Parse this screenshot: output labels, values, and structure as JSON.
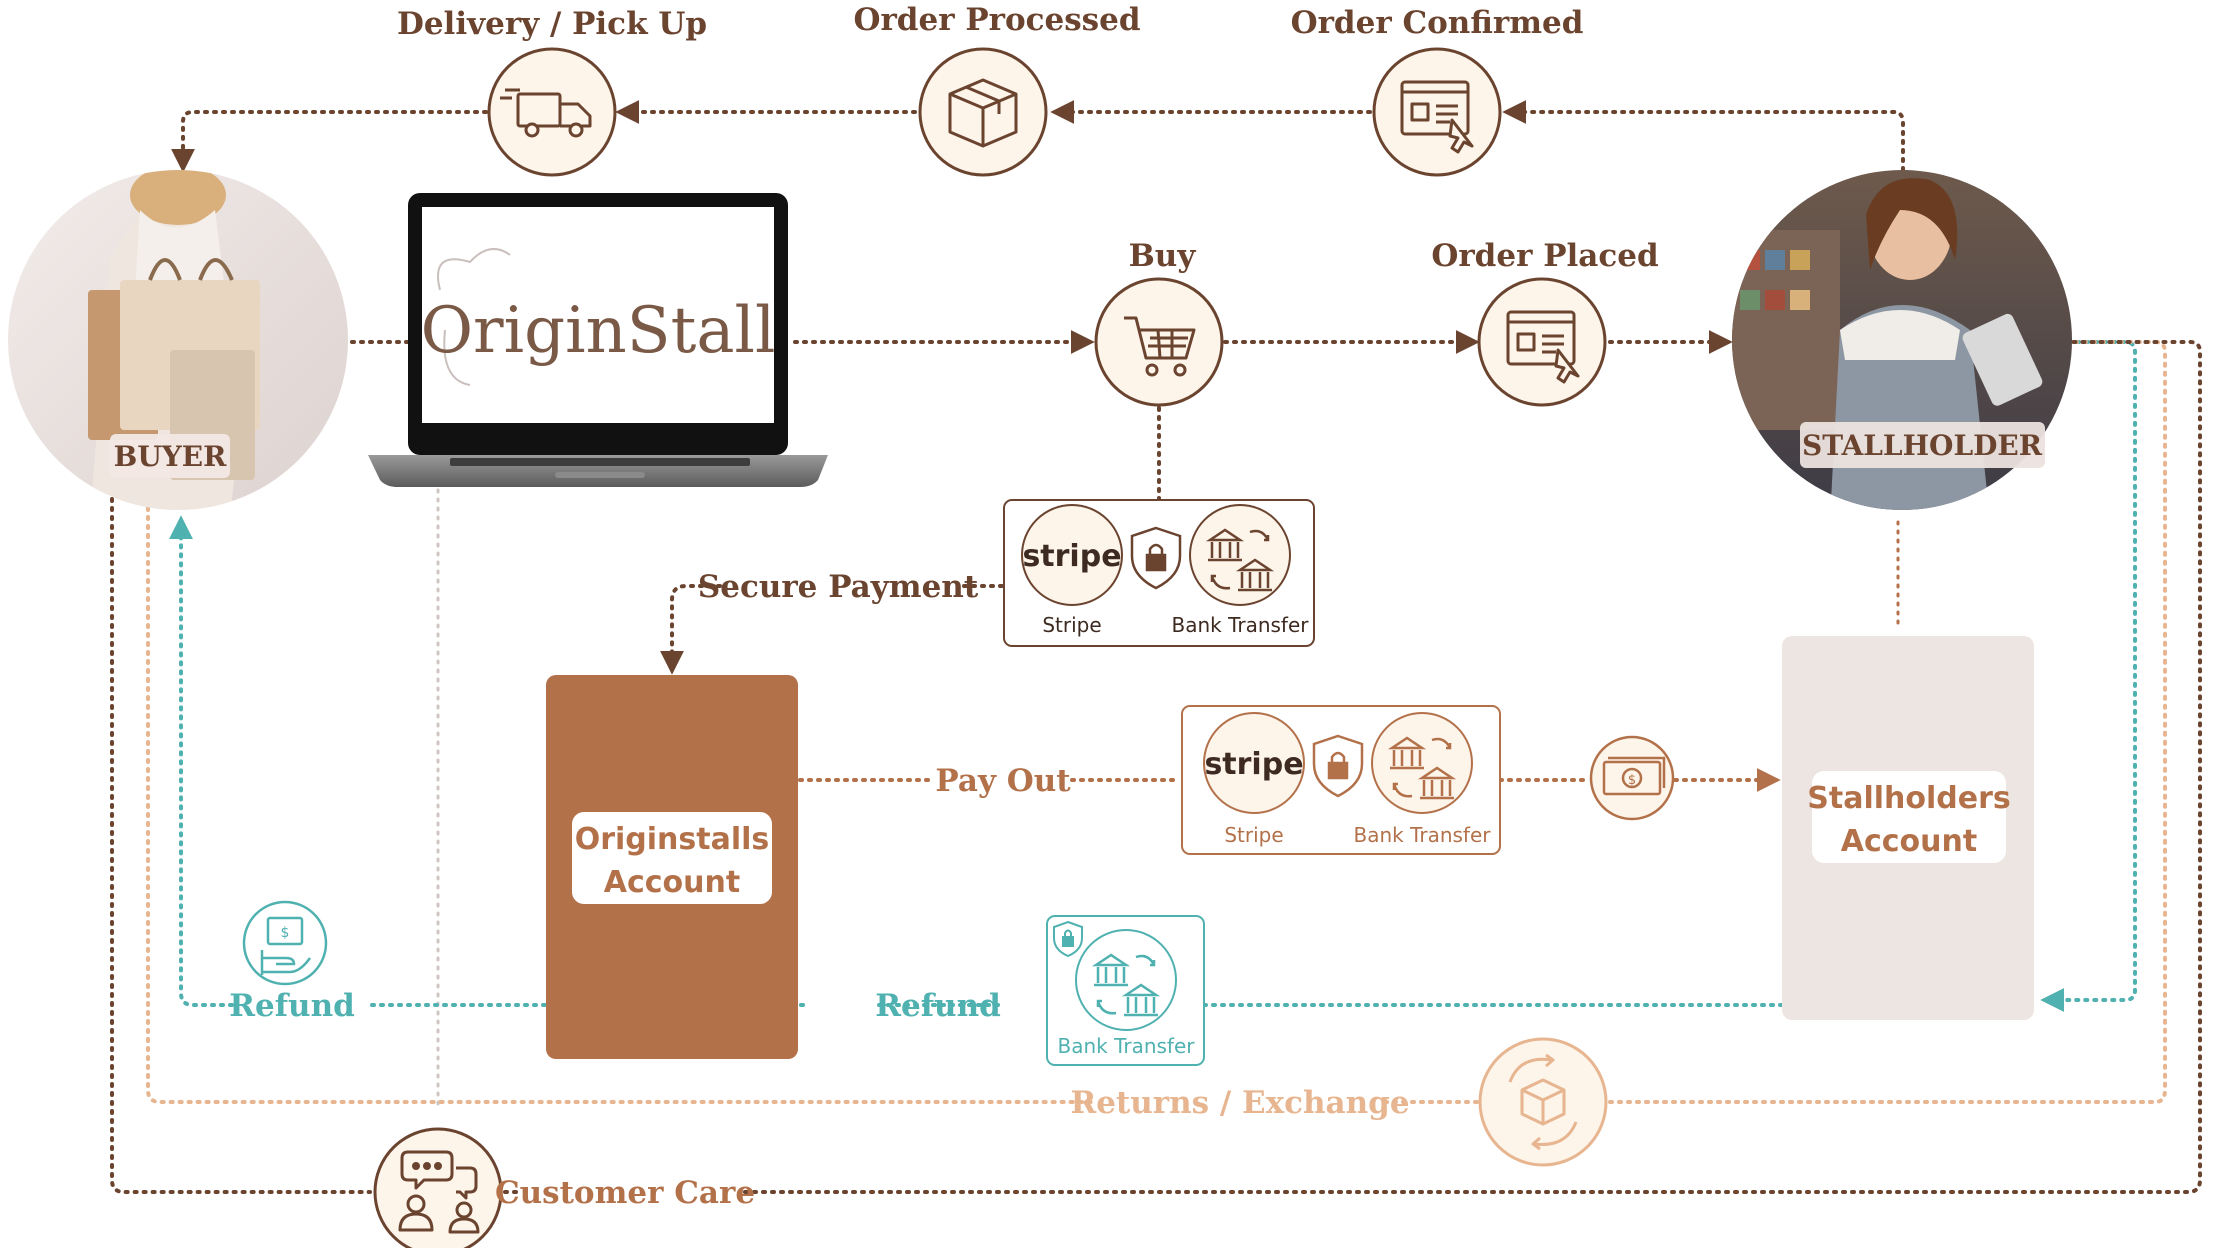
{
  "colors": {
    "dark_brown": "#6b4430",
    "terracotta": "#b3714a",
    "peach": "#e7b58f",
    "teal": "#4fb1b0",
    "cream": "#fdf4ea",
    "card_grey": "#ede5e2",
    "white": "#ffffff"
  },
  "nodes": {
    "buyer": {
      "label": "BUYER"
    },
    "stallholder": {
      "label": "STALLHOLDER"
    },
    "laptop": {
      "brand": "OriginStall"
    },
    "delivery": {
      "label": "Delivery / Pick Up",
      "icon": "truck-icon"
    },
    "order_processed": {
      "label": "Order Processed",
      "icon": "package-icon"
    },
    "order_confirmed": {
      "label": "Order Confirmed",
      "icon": "confirm-order-icon"
    },
    "buy": {
      "label": "Buy",
      "icon": "cart-icon"
    },
    "order_placed": {
      "label": "Order Placed",
      "icon": "place-order-icon"
    },
    "originstalls_account": {
      "line1": "Originstalls",
      "line2": "Account"
    },
    "stallholders_account": {
      "line1": "Stallholders",
      "line2": "Account"
    },
    "returns": {
      "icon": "returns-icon"
    },
    "customer_care": {
      "icon": "customer-care-icon"
    },
    "refund_buyer": {
      "icon": "refund-hand-icon"
    },
    "payout_cash": {
      "icon": "cash-icon"
    }
  },
  "labels": {
    "secure_payment": "Secure Payment",
    "pay_out": "Pay Out",
    "refund_left": "Refund",
    "refund_mid": "Refund",
    "returns_exchange": "Returns / Exchange",
    "customer_care": "Customer Care"
  },
  "payment_box": {
    "stripe_logo": "stripe",
    "stripe_caption": "Stripe",
    "bank_caption": "Bank Transfer"
  },
  "payout_box": {
    "stripe_logo": "stripe",
    "stripe_caption": "Stripe",
    "bank_caption": "Bank Transfer"
  },
  "refund_box": {
    "bank_caption": "Bank Transfer"
  }
}
